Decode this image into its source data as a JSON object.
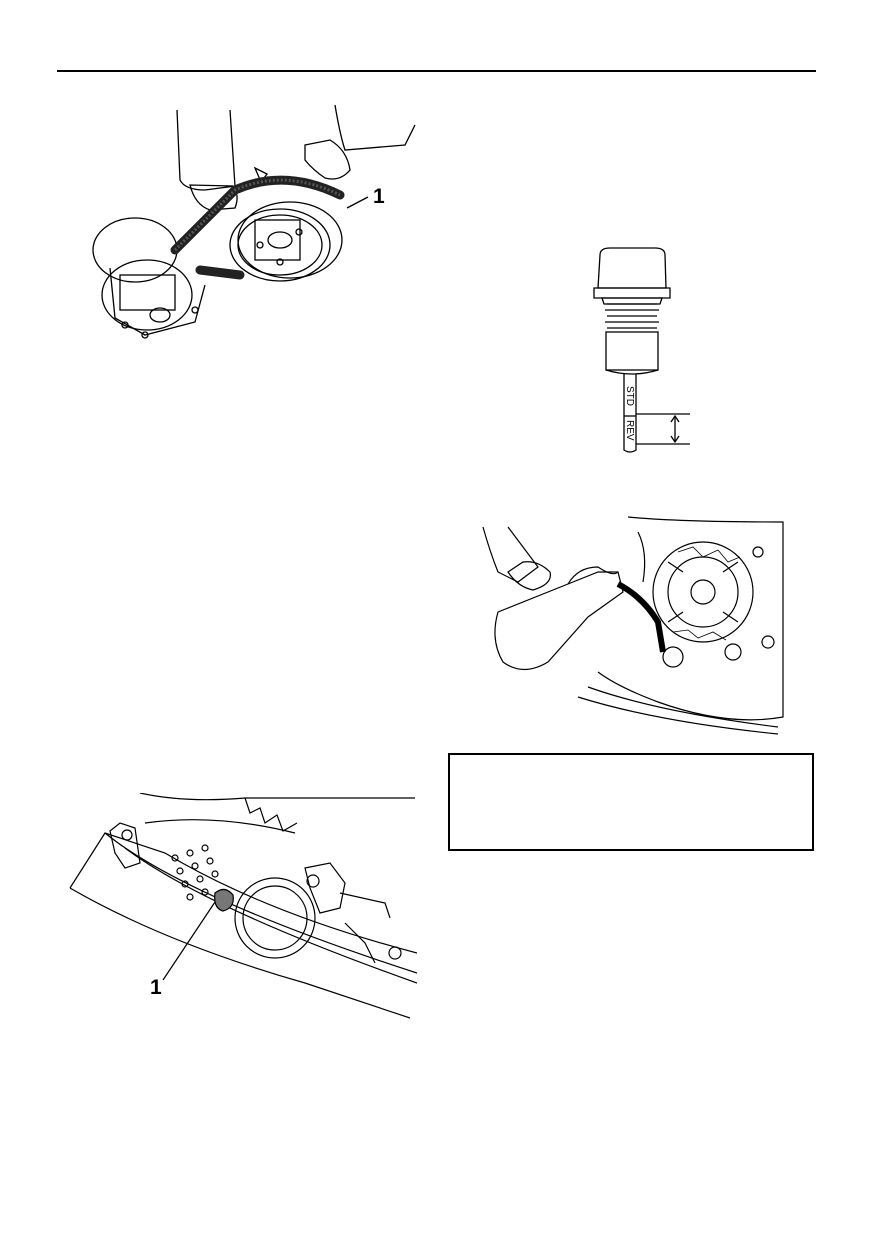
{
  "figures": {
    "belt_removal": {
      "callout": "1"
    },
    "drain_bolt": {
      "callout": "1"
    },
    "dipstick": {
      "mark_upper": "STD",
      "mark_lower": "REV"
    },
    "oil_pouring": {}
  },
  "note_box": {
    "text": ""
  }
}
